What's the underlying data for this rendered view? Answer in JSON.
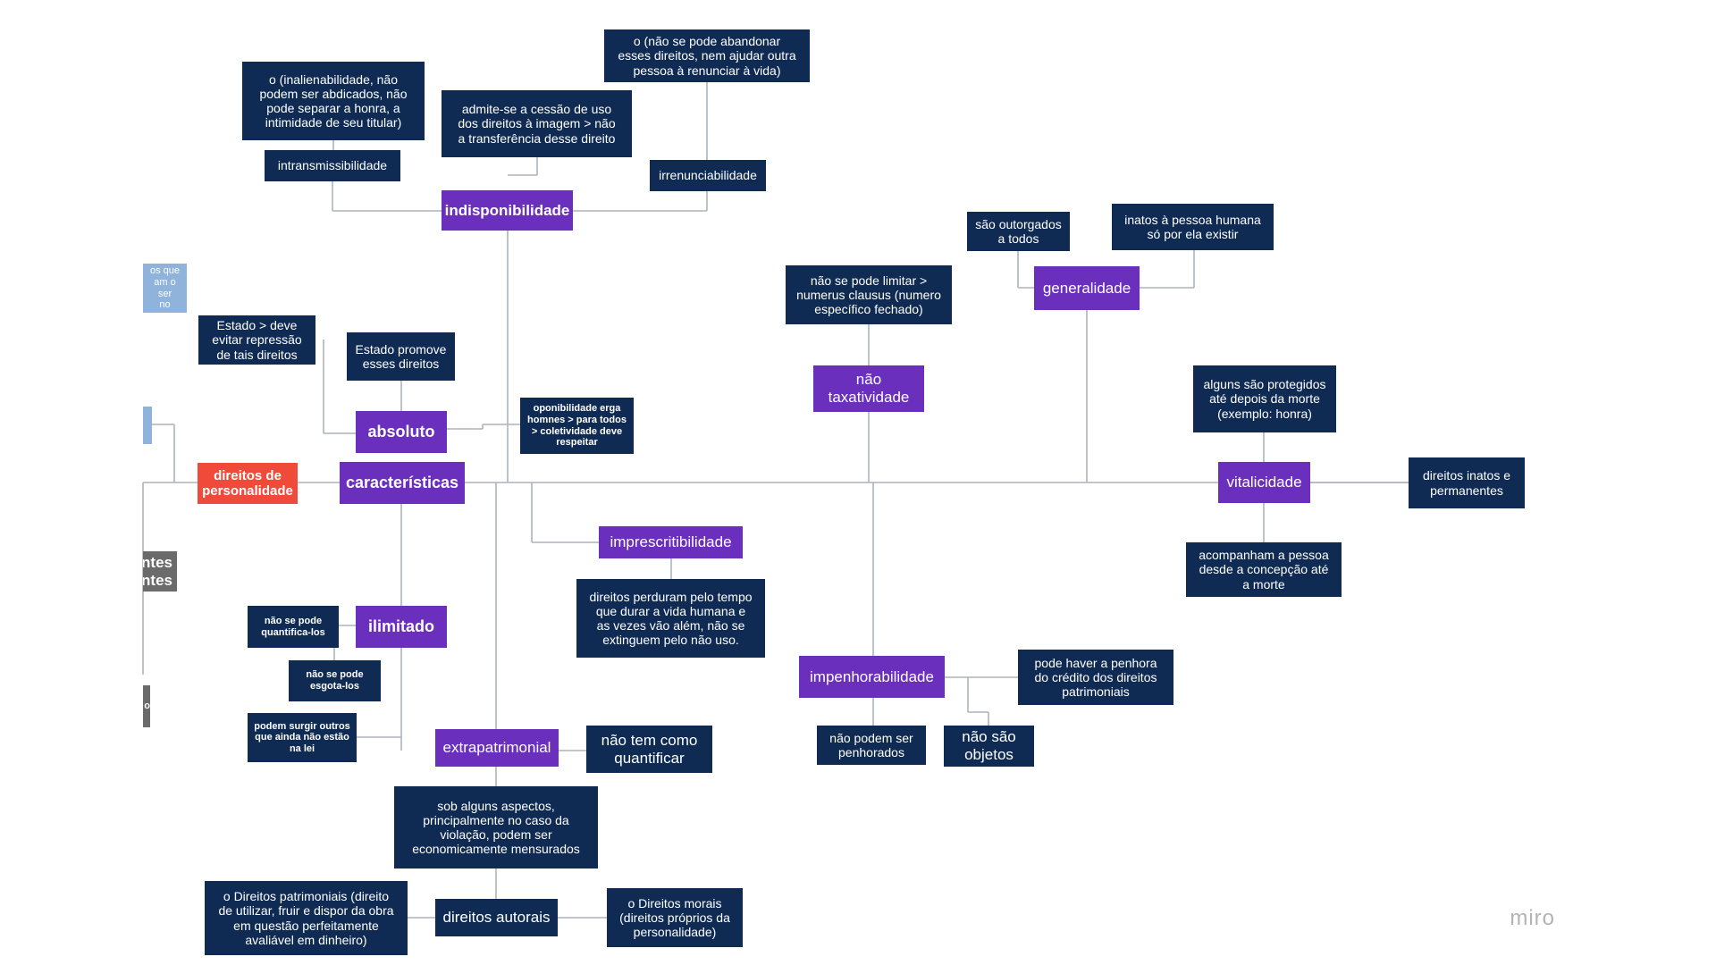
{
  "diagram": {
    "watermark": "miro",
    "nodes": {
      "direitos_personalidade": "direitos de\npersonalidade",
      "caracteristicas": "características",
      "indisponibilidade": "indisponibilidade",
      "absoluto": "absoluto",
      "ilimitado": "ilimitado",
      "extrapatrimonial": "extrapatrimonial",
      "direitos_autorais": "direitos autorais",
      "imprescritibilidade": "imprescritibilidade",
      "impenhorabilidade": "impenhorabilidade",
      "nao_taxatividade": "não\ntaxatividade",
      "generalidade": "generalidade",
      "vitalicidade": "vitalicidade",
      "inalienabilidade": "o  (inalienabilidade, não\npodem ser abdicados, não\npode separar a honra, a\nintimidade de seu titular)",
      "intransmissibilidade": "intransmissibilidade",
      "cessao_imagem": "admite-se a cessão de uso\ndos direitos à imagem >  não\na transferência desse direito",
      "nao_abandonar": "o  (não se pode abandonar\nesses direitos, nem ajudar outra\npessoa à renunciar à vida)",
      "irrenunciabilidade": "irrenunciabilidade",
      "estado_repressao": "Estado > deve\nevitar repressão\nde tais direitos",
      "estado_promove": "Estado promove\nesses direitos",
      "oponibilidade": "oponibilidade erga\nhomnes > para todos\n> coletividade deve\nrespeitar",
      "nao_quantifica": "não se pode\nquantifica-los",
      "nao_esgota": "não se pode\nesgota-los",
      "podem_surgir": "podem surgir outros\nque ainda não estão\nna lei",
      "nao_tem_como": "não tem como\nquantificar",
      "sob_alguns": "sob alguns aspectos,\nprincipalmente no caso da\nviolação, podem ser\neconomicamente mensurados",
      "direitos_patrimoniais": "o  Direitos patrimoniais (direito\nde utilizar, fruir e dispor da obra\nem questão perfeitamente\navaliável em dinheiro)",
      "direitos_morais": "o  Direitos morais\n(direitos próprios da\npersonalidade)",
      "perduram": "direitos perduram pelo tempo\nque durar a vida humana e\nas vezes vão além, não se\nextinguem pelo não uso.",
      "nao_limitar": "não se pode limitar >\nnumerus clausus (numero\nespecífico fechado)",
      "penhora_credito": "pode haver a penhora\ndo crédito dos direitos\npatrimoniais",
      "nao_penhorados": "não podem ser\npenhorados",
      "nao_sao_objetos": "não são\nobjetos",
      "outorgados": "são outorgados\na todos",
      "inatos_pessoa": "inatos à pessoa humana\nsó por ela existir",
      "protegidos_morte": "alguns são protegidos\naté depois da morte\n(exemplo: honra)",
      "acompanham": "acompanham a pessoa\ndesde a concepção até\na morte",
      "inatos_permanentes": "direitos inatos e\npermanentes",
      "clip_topleft": "os que\nam o ser\nno",
      "clip_grey": "ntes\nntes",
      "clip_small": "o"
    }
  },
  "colors": {
    "dark_node": "#0f2b53",
    "purple_node": "#6a2fbd",
    "root_node": "#f04a3a",
    "connector": "#aeb4bb"
  }
}
